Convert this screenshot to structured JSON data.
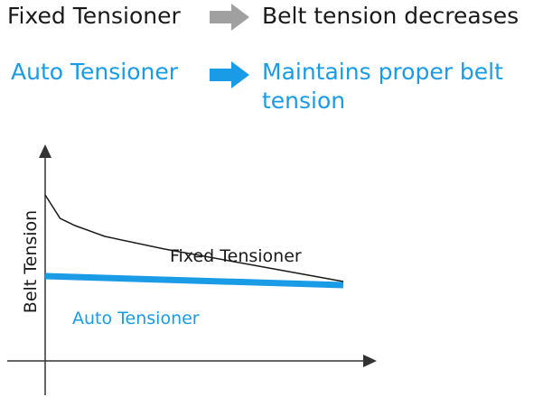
{
  "legend_rows": [
    {
      "label": "Fixed Tensioner",
      "result": "Belt tension decreases",
      "color": "#1a1a1a",
      "arrow_color": "#a0a0a0"
    },
    {
      "label": "Auto Tensioner",
      "result": "Maintains proper belt tension",
      "color": "#1a9be6",
      "arrow_color": "#1a9be6"
    }
  ],
  "chart_data": {
    "type": "line",
    "title": "",
    "xlabel": "",
    "ylabel": "Belt Tension",
    "grid": false,
    "series": [
      {
        "name": "Fixed Tensioner",
        "color": "#1a1a1a",
        "x": [
          0,
          0.5,
          1,
          2,
          4,
          7,
          10
        ],
        "y": [
          9.2,
          7.9,
          7.5,
          6.9,
          6.2,
          5.3,
          4.4
        ]
      },
      {
        "name": "Auto Tensioner",
        "color": "#1a9be6",
        "x": [
          0,
          10
        ],
        "y": [
          4.7,
          4.2
        ]
      }
    ],
    "xlim": [
      0,
      10
    ],
    "ylim": [
      0,
      12
    ]
  }
}
